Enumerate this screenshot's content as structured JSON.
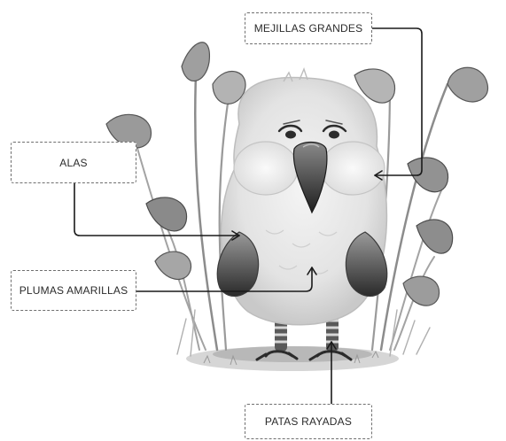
{
  "labels": {
    "cheeks": "MEJILLAS GRANDES",
    "wings": "ALAS",
    "feathers": "PLUMAS AMARILLAS",
    "legs": "PATAS RAYADAS"
  },
  "colors": {
    "background": "#ffffff",
    "label_border": "#6f6f6f",
    "text": "#2b2b2b",
    "arrow": "#1a1a1a"
  }
}
